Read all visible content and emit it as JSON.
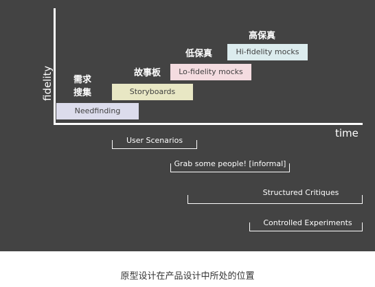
{
  "diagram": {
    "axis_y_label": "fidelity",
    "axis_x_label": "time",
    "stages": [
      {
        "label": "Needfinding",
        "color": "#dcdcec"
      },
      {
        "label": "Storyboards",
        "color": "#e8e7c4"
      },
      {
        "label": "Lo-fidelity mocks",
        "color": "#f4dce0"
      },
      {
        "label": "Hi-fidelity mocks",
        "color": "#dcecee"
      }
    ],
    "stage_cn_labels": [
      "需求",
      "搜集",
      "故事板",
      "低保真",
      "高保真"
    ],
    "activities": [
      {
        "label": "User Scenarios"
      },
      {
        "label": "Grab some people! [informal]"
      },
      {
        "label": "Structured Critiques"
      },
      {
        "label": "Controlled Experiments"
      }
    ]
  },
  "caption": "原型设计在产品设计中所处的位置"
}
